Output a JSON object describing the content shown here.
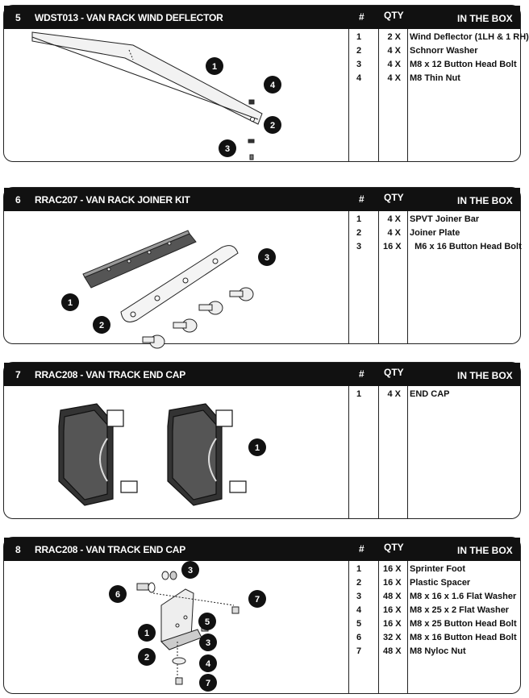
{
  "columns": {
    "hash": "#",
    "qty": "QTY",
    "in_box": "IN THE BOX"
  },
  "panels": [
    {
      "number": "5",
      "title": "WDST013 - VAN RACK WIND DEFLECTOR",
      "callouts": [
        "1",
        "2",
        "3",
        "4"
      ],
      "rows": [
        {
          "n": "1",
          "qty": "2 X",
          "item": "Wind Deflector (1LH & 1 RH)"
        },
        {
          "n": "2",
          "qty": "4 X",
          "item": "Schnorr Washer"
        },
        {
          "n": "3",
          "qty": "4 X",
          "item": "M8 x 12 Button Head Bolt"
        },
        {
          "n": "4",
          "qty": "4 X",
          "item": "M8 Thin Nut"
        }
      ]
    },
    {
      "number": "6",
      "title": "RRAC207  - VAN RACK JOINER KIT",
      "callouts": [
        "1",
        "2",
        "3"
      ],
      "rows": [
        {
          "n": "1",
          "qty": "4 X",
          "item": "SPVT Joiner Bar"
        },
        {
          "n": "2",
          "qty": "4 X",
          "item": "Joiner Plate"
        },
        {
          "n": "3",
          "qty": "16 X",
          "item": "  M6 x 16 Button Head Bolt"
        }
      ]
    },
    {
      "number": "7",
      "title": "RRAC208  - VAN TRACK END CAP",
      "callouts": [
        "1"
      ],
      "rows": [
        {
          "n": "1",
          "qty": "4 X",
          "item": "END CAP"
        }
      ]
    },
    {
      "number": "8",
      "title": "RRAC208  - VAN TRACK END CAP",
      "callouts": [
        "1",
        "2",
        "3",
        "3",
        "4",
        "5",
        "6",
        "7",
        "7"
      ],
      "rows": [
        {
          "n": "1",
          "qty": "16 X",
          "item": "Sprinter Foot"
        },
        {
          "n": "2",
          "qty": "16 X",
          "item": "Plastic Spacer"
        },
        {
          "n": "3",
          "qty": "48 X",
          "item": "M8 x 16 x 1.6 Flat Washer"
        },
        {
          "n": "4",
          "qty": "16 X",
          "item": "M8 x 25 x 2 Flat Washer"
        },
        {
          "n": "5",
          "qty": "16 X",
          "item": "M8 x 25 Button Head Bolt"
        },
        {
          "n": "6",
          "qty": "32 X",
          "item": "M8 x 16 Button Head Bolt"
        },
        {
          "n": "7",
          "qty": "48 X",
          "item": "M8 Nyloc Nut"
        }
      ]
    }
  ]
}
